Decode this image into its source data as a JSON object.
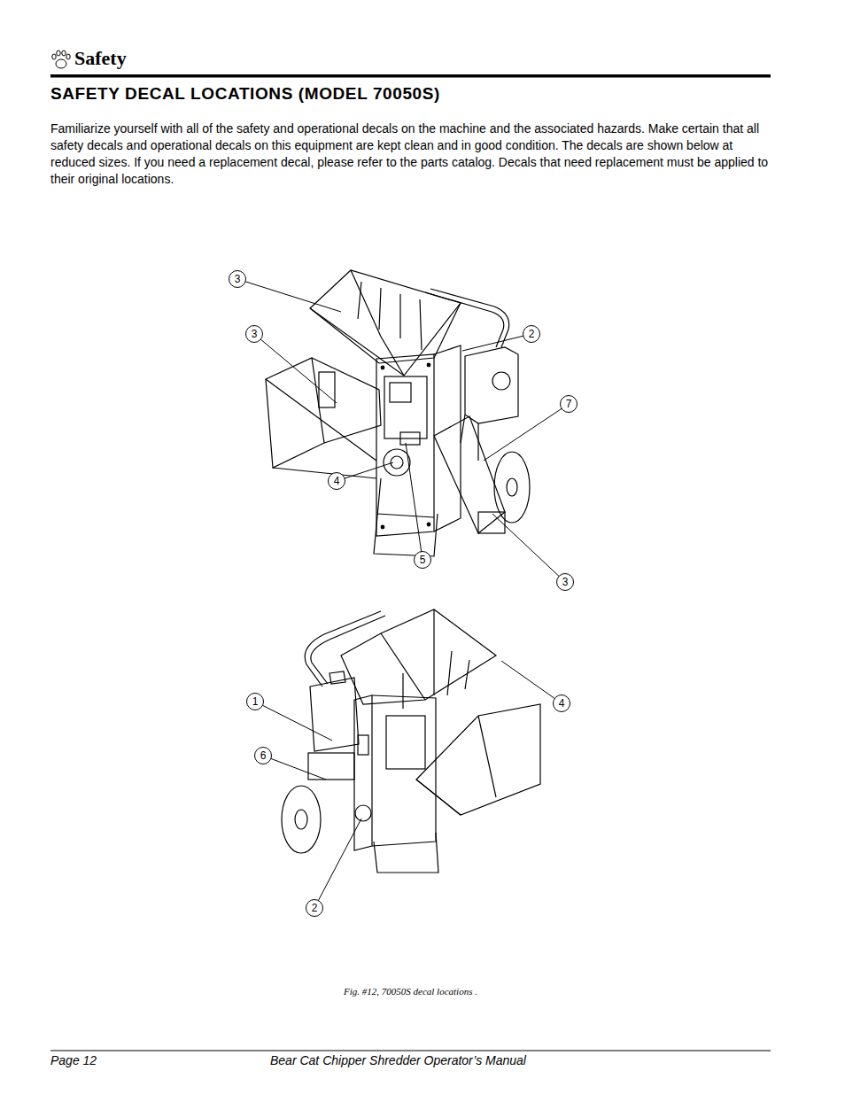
{
  "diagram": {
    "title": "SAFETY DECAL LOCATIONS (MODEL 70050S)",
    "caption": "Fig. #12, 70050S decal locations .",
    "nodes": [
      {
        "text": [
          "3"
        ]
      },
      {
        "text": [
          "3"
        ]
      },
      {
        "text": [
          "2"
        ]
      },
      {
        "text": [
          "7"
        ]
      },
      {
        "text": [
          "4"
        ]
      },
      {
        "text": [
          "5"
        ]
      },
      {
        "text": [
          "3"
        ]
      },
      {
        "text": [
          "1"
        ]
      },
      {
        "text": [
          "4"
        ]
      },
      {
        "text": [
          "6"
        ]
      },
      {
        "text": [
          "2"
        ]
      }
    ],
    "labels": [
      "Safety",
      "Familiarize yourself with all of the safety and operational decals on the machine and the associated hazards. Make certain that all safety decals and operational decals on this equipment are kept clean and in good condition. The decals are shown below at reduced sizes. If you need a replacement decal, please refer to the parts catalog. Decals that need replacement must be applied to their original locations.",
      "Page 12",
      "Bear Cat Chipper Shredder Operator’s Manual"
    ]
  }
}
